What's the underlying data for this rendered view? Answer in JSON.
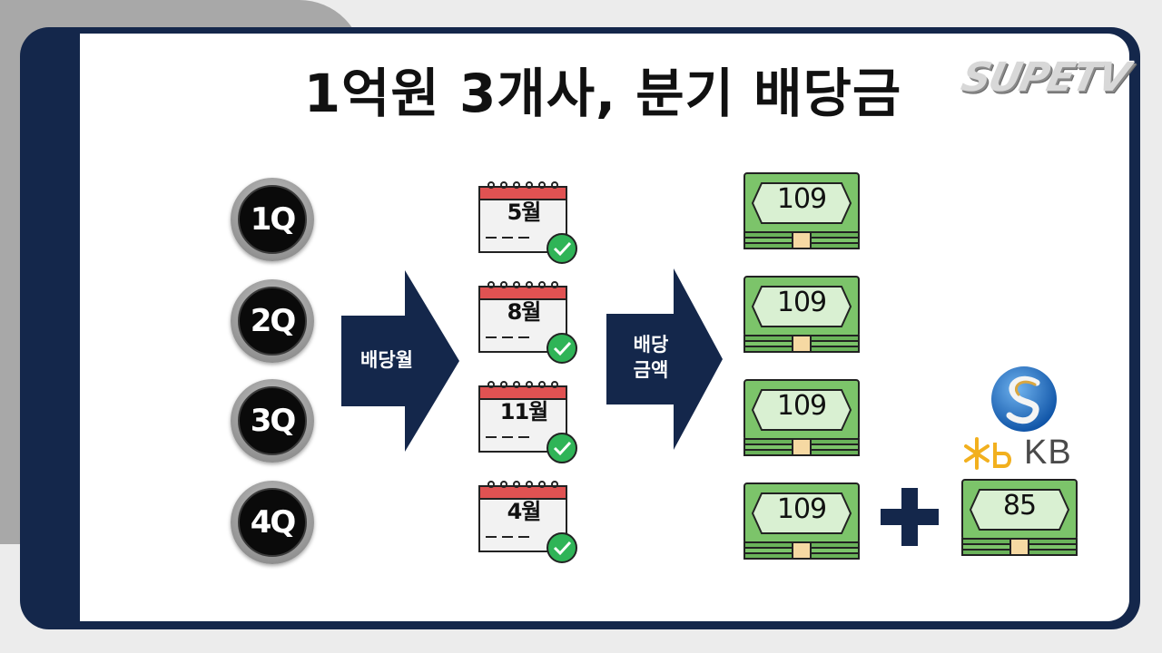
{
  "title": "1억원 3개사, 분기 배당금",
  "logo": {
    "text": "SUPETV"
  },
  "quarters": [
    "1Q",
    "2Q",
    "3Q",
    "4Q"
  ],
  "arrows": {
    "month_label": "배당월",
    "amount_label_line1": "배당",
    "amount_label_line2": "금액"
  },
  "months": [
    "5월",
    "8월",
    "11월",
    "4월"
  ],
  "amounts": [
    "109",
    "109",
    "109",
    "109"
  ],
  "extra_amount": "85",
  "banks": {
    "kb_text": "KB"
  },
  "colors": {
    "frame": "#14274b",
    "arrow": "#14274b",
    "money": "#7cc46a",
    "calendar_top": "#e05252",
    "check": "#2fb457"
  }
}
